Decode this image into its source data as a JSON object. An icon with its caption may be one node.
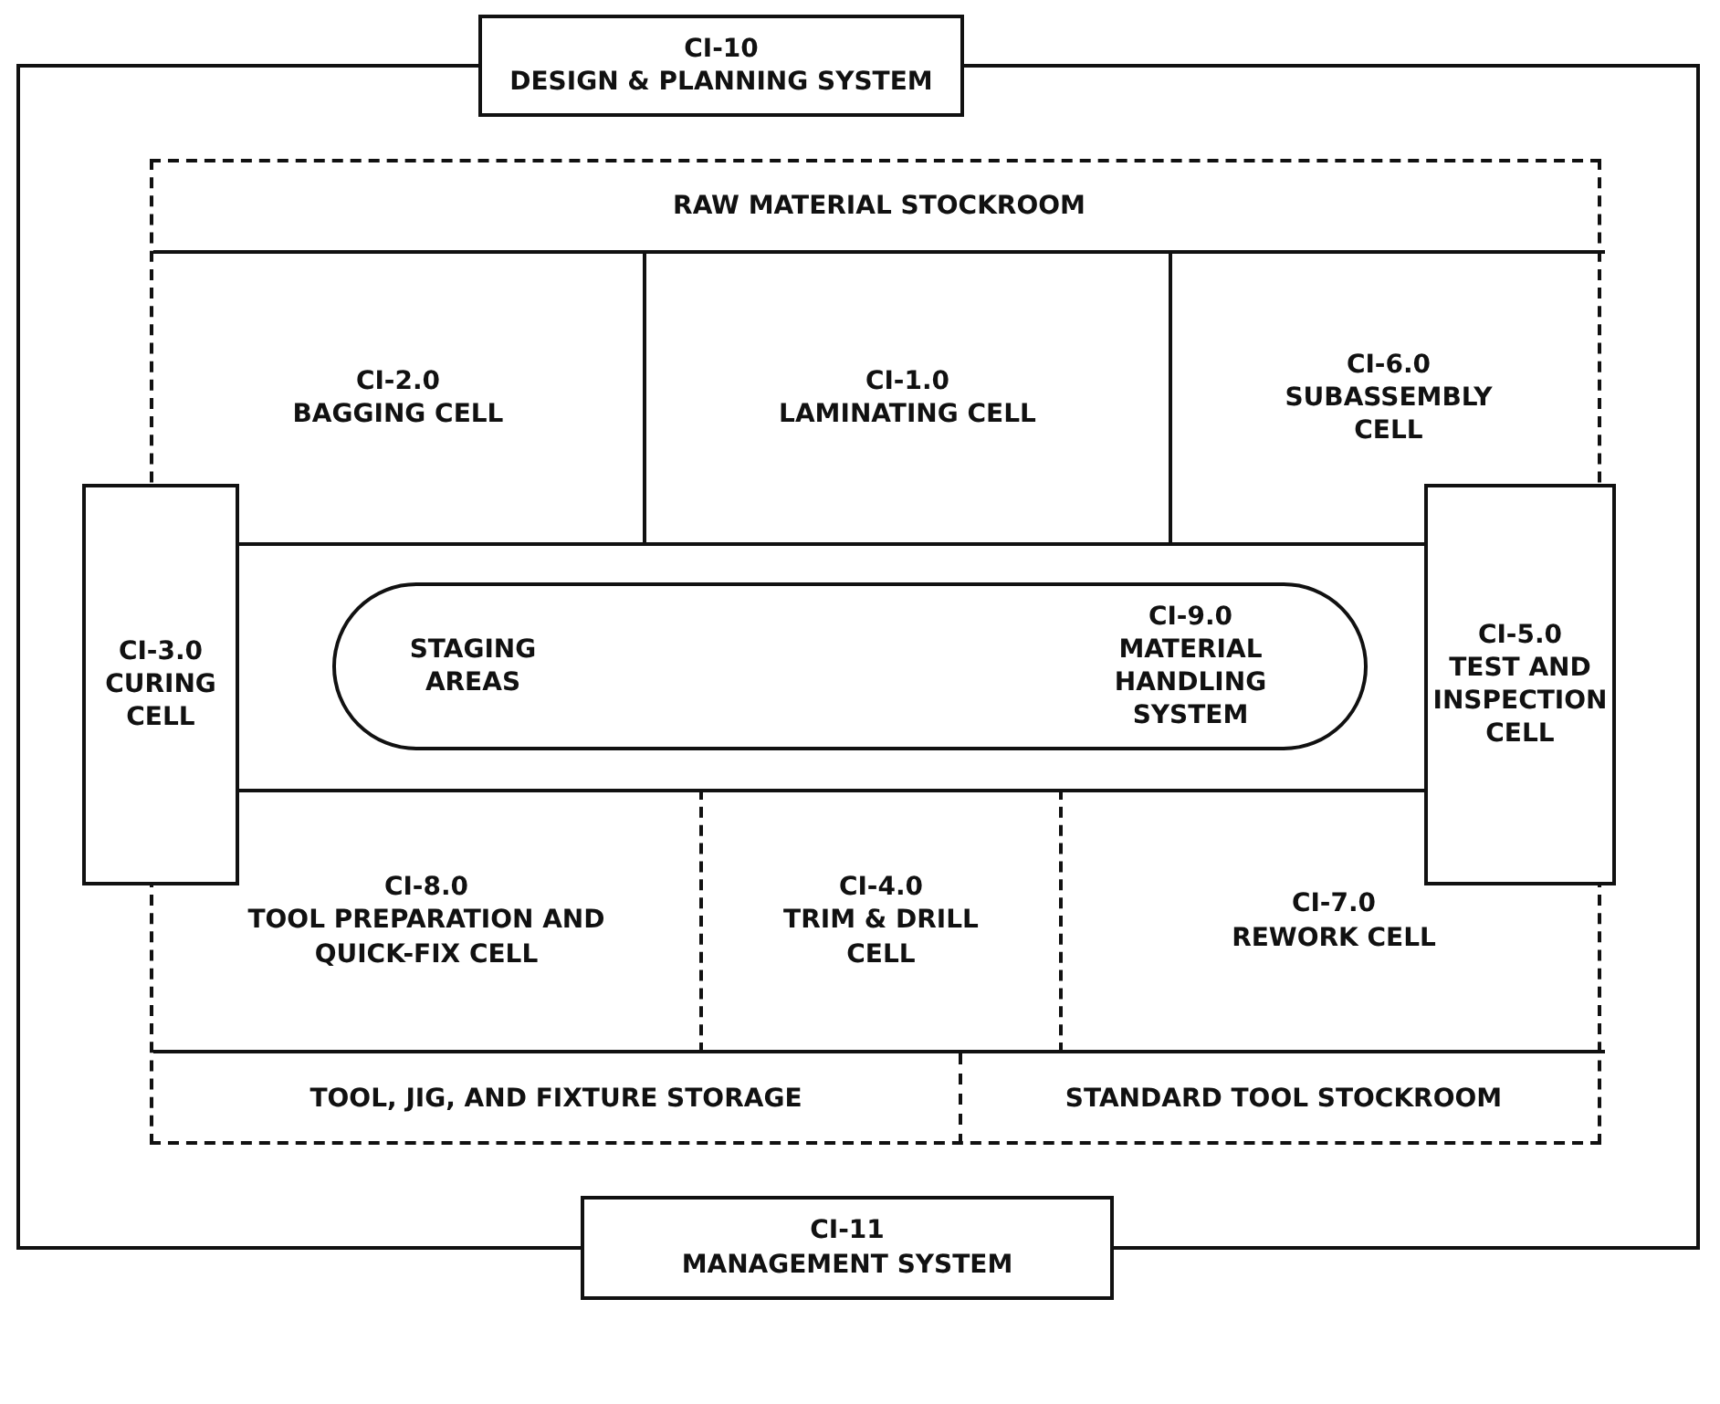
{
  "diagram": {
    "nodes": [
      {
        "text": [
          "CI-10",
          "DESIGN & PLANNING SYSTEM"
        ]
      },
      {
        "text": [],
        "shape": "box"
      },
      {
        "text": [
          "RAW MATERIAL STOCKROOM"
        ],
        "in": 1
      },
      {
        "text": [
          "CI-2.0",
          "BAGGING CELL"
        ],
        "in": 1
      },
      {
        "text": [
          "CI-1.0",
          "LAMINATING CELL"
        ],
        "in": 1
      },
      {
        "text": [
          "CI-6.0",
          "SUBASSEMBLY CELL"
        ],
        "in": 1
      },
      {
        "text": [
          "CI-3.0",
          "CURING CELL"
        ]
      },
      {
        "text": [
          "STAGING AREAS",
          "CI-9.0",
          "MATERIAL HANDLING SYSTEM"
        ],
        "in": 1
      },
      {
        "text": [
          "CI-5.0",
          "TEST AND INSPECTION CELL"
        ]
      },
      {
        "text": [
          "CI-8.0",
          "TOOL PREPARATION AND QUICK-FIX CELL"
        ],
        "in": 1
      },
      {
        "text": [
          "CI-4.0",
          "TRIM & DRILL CELL"
        ],
        "in": 1
      },
      {
        "text": [
          "CI-7.0",
          "REWORK CELL"
        ],
        "in": 1
      },
      {
        "text": [
          "TOOL, JIG, AND FIXTURE STORAGE"
        ],
        "in": 1
      },
      {
        "text": [
          "STANDARD TOOL STOCKROOM"
        ],
        "in": 1
      },
      {
        "text": [
          "CI-11",
          "MANAGEMENT SYSTEM"
        ]
      }
    ],
    "edges": [
      {
        "from": 0,
        "to": 14,
        "arrow": "none"
      },
      {
        "from": 0,
        "to": 14,
        "arrow": "none"
      }
    ]
  }
}
